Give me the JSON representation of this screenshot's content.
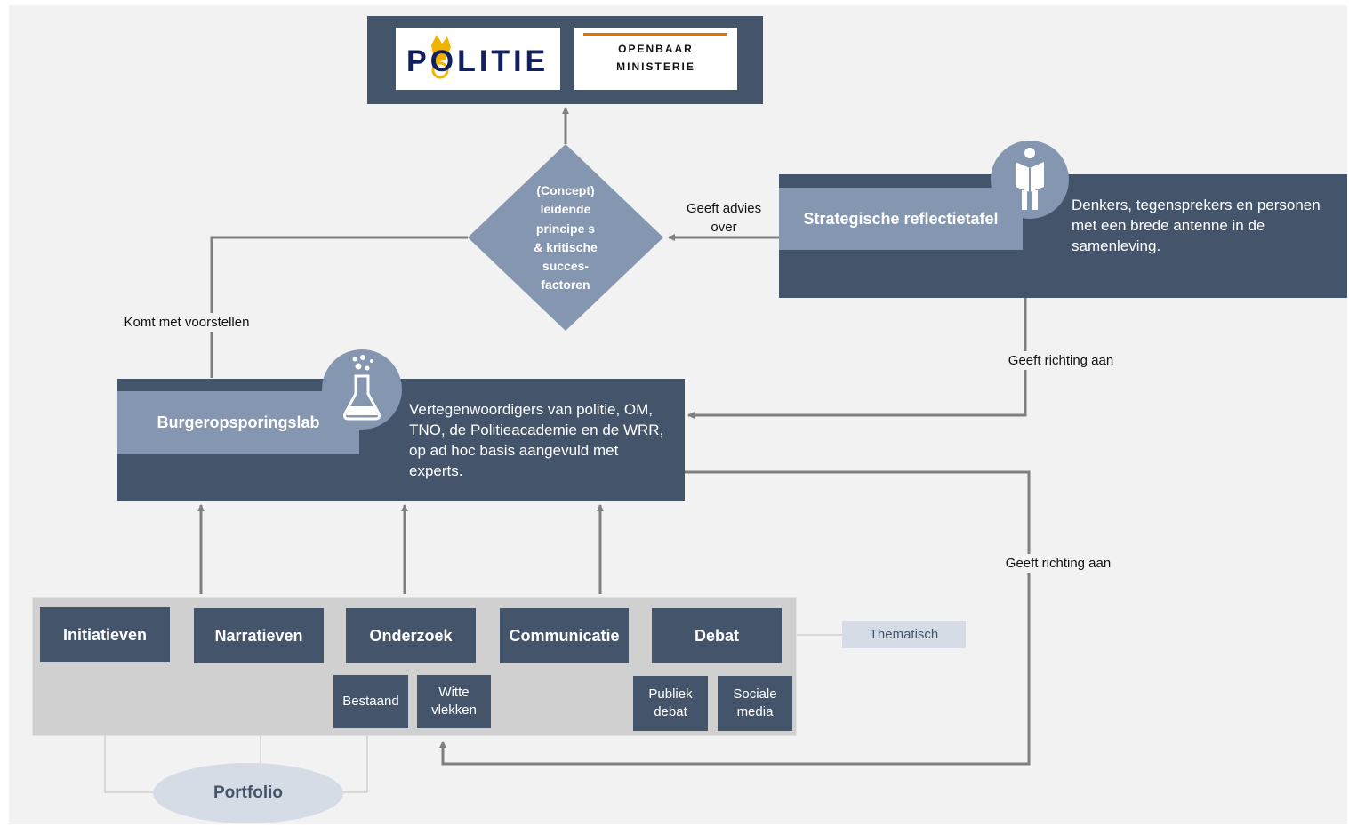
{
  "logos": {
    "politie": {
      "name": "POLITIE",
      "brand_color": "#11205e",
      "emblem_color": "#f0b400"
    },
    "om": {
      "line1": "OPENBAAR",
      "line2": "MINISTERIE",
      "accent": "#e57200"
    }
  },
  "diamond": {
    "lines": [
      "(Concept)",
      "leidende",
      "principe s",
      "& kritische",
      "succes-",
      "factoren"
    ]
  },
  "reflectietafel": {
    "title": "Strategische reflectietafel",
    "description": "Denkers, tegensprekers en personen met een brede antenne in de samenleving.",
    "icon": "reader-book-icon"
  },
  "lab": {
    "title": "Burgeropsporingslab",
    "description": "Vertegenwoordigers van politie, OM, TNO, de Politieacademie en de WRR, op ad hoc basis aangevuld met experts.",
    "icon": "flask-icon"
  },
  "edges": {
    "advies": "Geeft advies over",
    "voorstellen": "Komt met voorstellen",
    "richting_1": "Geeft richting aan",
    "richting_2": "Geeft richting aan"
  },
  "themes": [
    {
      "label": "Initiatieven"
    },
    {
      "label": "Narratieven"
    },
    {
      "label": "Onderzoek",
      "sub": [
        "Bestaand",
        "Witte vlekken"
      ]
    },
    {
      "label": "Communicatie"
    },
    {
      "label": "Debat",
      "sub": [
        "Publiek debat",
        "Sociale media"
      ]
    }
  ],
  "thematisch": "Thematisch",
  "portfolio": "Portfolio",
  "colors": {
    "dark": "#44546a",
    "light": "#8496b0",
    "panel": "#d0d0d0",
    "background": "#f2f2f2"
  }
}
